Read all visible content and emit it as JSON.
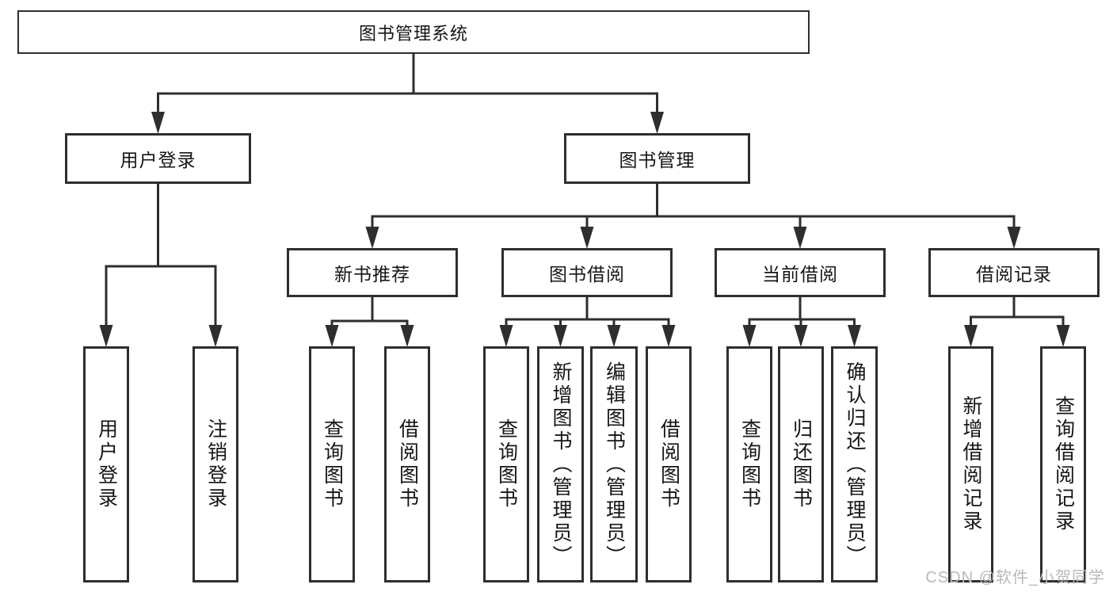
{
  "diagram": {
    "title": "图书管理系统",
    "watermark": "CSDN @软件_小贺同学",
    "colors": {
      "line": "#2e2e2e",
      "text": "#161616",
      "background": "#ffffff",
      "watermark": "#b9b9b9"
    },
    "nodes": [
      {
        "id": "root",
        "label": "图书管理系统",
        "parent": null,
        "orientation": "horizontal"
      },
      {
        "id": "user-login",
        "label": "用户登录",
        "parent": "root",
        "orientation": "horizontal"
      },
      {
        "id": "book-mgmt",
        "label": "图书管理",
        "parent": "root",
        "orientation": "horizontal"
      },
      {
        "id": "new-book-rec",
        "label": "新书推荐",
        "parent": "book-mgmt",
        "orientation": "horizontal"
      },
      {
        "id": "book-borrow",
        "label": "图书借阅",
        "parent": "book-mgmt",
        "orientation": "horizontal"
      },
      {
        "id": "current-borrow",
        "label": "当前借阅",
        "parent": "book-mgmt",
        "orientation": "horizontal"
      },
      {
        "id": "borrow-record",
        "label": "借阅记录",
        "parent": "book-mgmt",
        "orientation": "horizontal"
      },
      {
        "id": "leaf-user-login",
        "label": "用户登录",
        "parent": "user-login",
        "orientation": "vertical"
      },
      {
        "id": "leaf-logout",
        "label": "注销登录",
        "parent": "user-login",
        "orientation": "vertical"
      },
      {
        "id": "leaf-nb-query",
        "label": "查询图书",
        "parent": "new-book-rec",
        "orientation": "vertical"
      },
      {
        "id": "leaf-nb-borrow",
        "label": "借阅图书",
        "parent": "new-book-rec",
        "orientation": "vertical"
      },
      {
        "id": "leaf-bb-query",
        "label": "查询图书",
        "parent": "book-borrow",
        "orientation": "vertical"
      },
      {
        "id": "leaf-bb-add",
        "label": "新增图书（管理员）",
        "parent": "book-borrow",
        "orientation": "vertical"
      },
      {
        "id": "leaf-bb-edit",
        "label": "编辑图书（管理员）",
        "parent": "book-borrow",
        "orientation": "vertical"
      },
      {
        "id": "leaf-bb-borrow",
        "label": "借阅图书",
        "parent": "book-borrow",
        "orientation": "vertical"
      },
      {
        "id": "leaf-cb-query",
        "label": "查询图书",
        "parent": "current-borrow",
        "orientation": "vertical"
      },
      {
        "id": "leaf-cb-return",
        "label": "归还图书",
        "parent": "current-borrow",
        "orientation": "vertical"
      },
      {
        "id": "leaf-cb-confirm",
        "label": "确认归还（管理员）",
        "parent": "current-borrow",
        "orientation": "vertical"
      },
      {
        "id": "leaf-br-add",
        "label": "新增借阅记录",
        "parent": "borrow-record",
        "orientation": "vertical"
      },
      {
        "id": "leaf-br-query",
        "label": "查询借阅记录",
        "parent": "borrow-record",
        "orientation": "vertical"
      }
    ]
  }
}
